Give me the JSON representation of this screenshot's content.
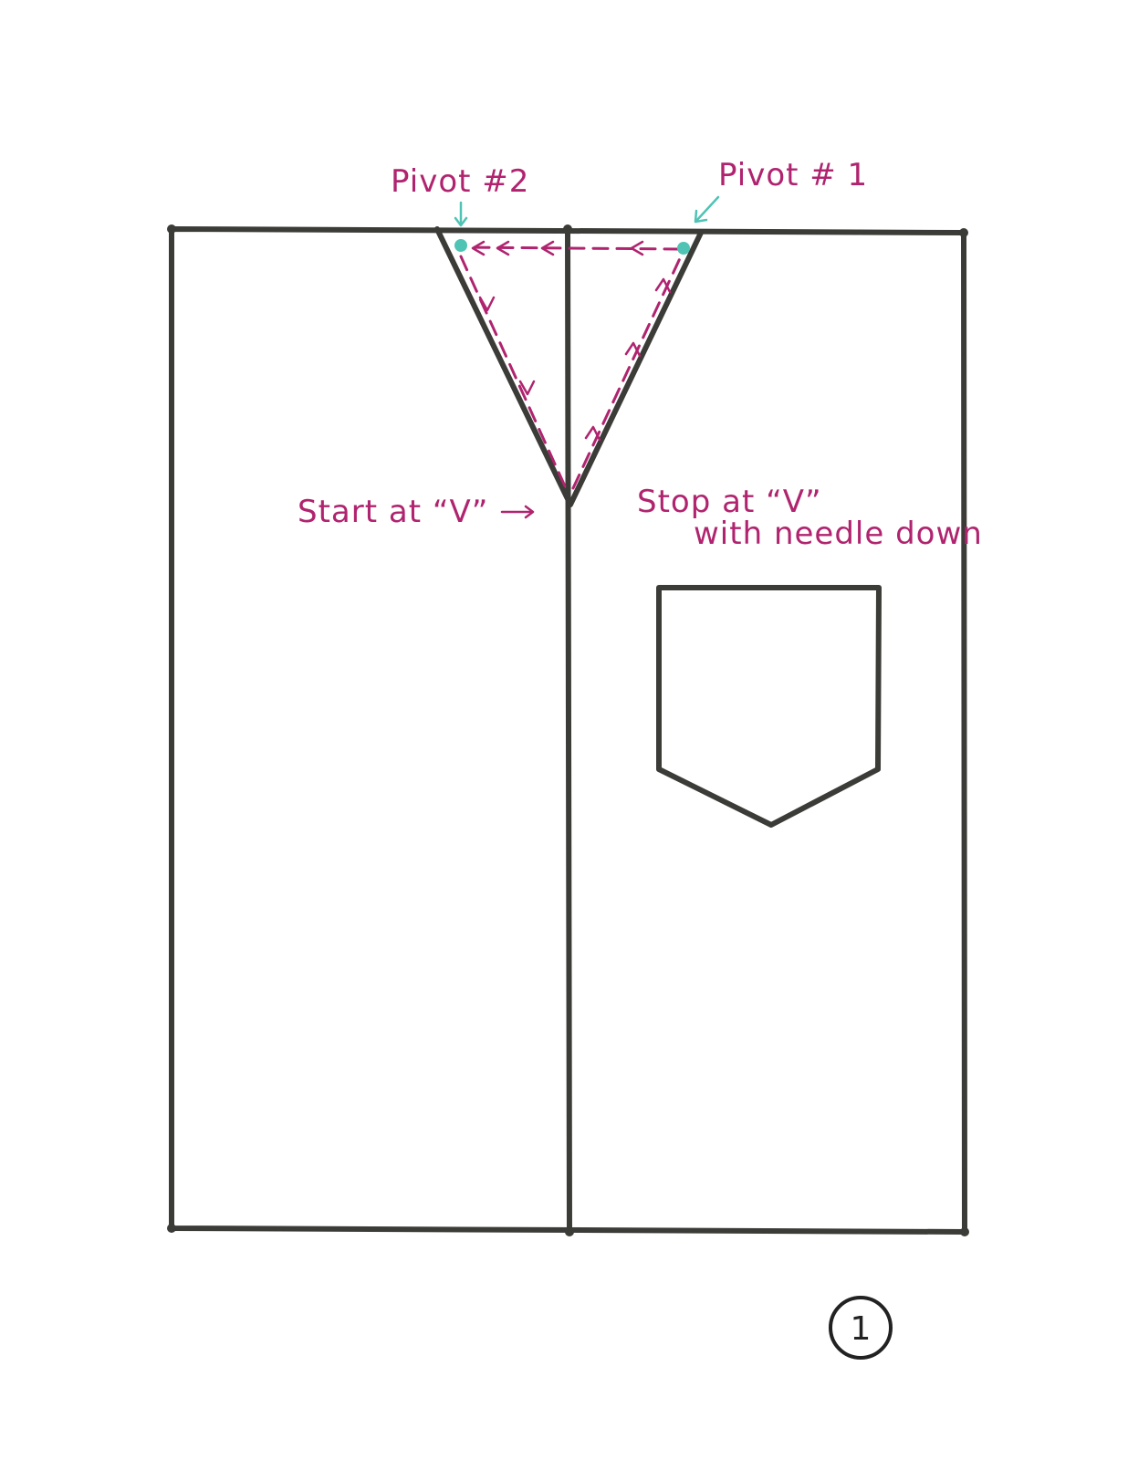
{
  "labels": {
    "pivot_2": "Pivot #2",
    "pivot_1": "Pivot # 1",
    "start": "Start at “V”",
    "stop_line1": "Stop at “V”",
    "stop_line2": "with needle down"
  },
  "page_number": "1",
  "colors": {
    "outline": "#3b3b38",
    "annotation": "#b0246f",
    "pivot": "#4fc3b4"
  }
}
